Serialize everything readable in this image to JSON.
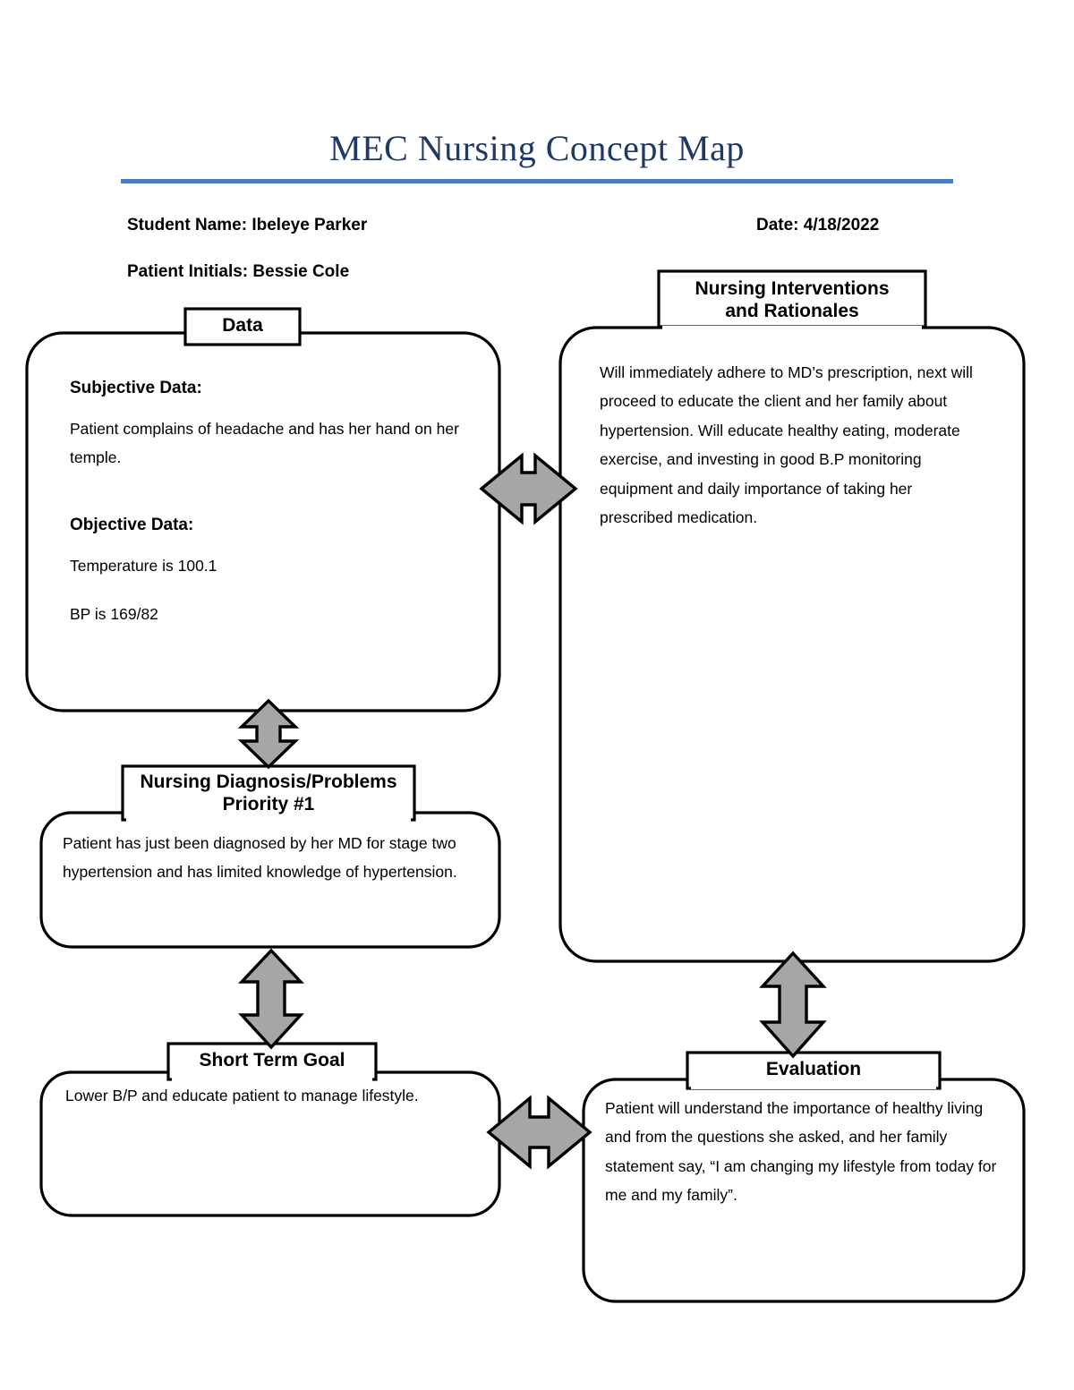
{
  "header": {
    "title": "MEC Nursing Concept Map",
    "student_line": "Student Name: Ibeleye Parker",
    "date_line": "Date: 4/18/2022",
    "patient_line": "Patient Initials: Bessie Cole",
    "rule_color": "#4A7EBB",
    "title_color": "#1F3864"
  },
  "boxes": {
    "data": {
      "tab_label": "Data",
      "subjective_heading": "Subjective Data:",
      "subjective_text": "Patient complains of headache and has her hand on her temple.",
      "objective_heading": "Objective Data:",
      "temperature_text": "Temperature is 100.1",
      "bp_text": "BP is 169/82"
    },
    "interventions": {
      "tab_label": "Nursing Interventions\nand Rationales",
      "body_text": "Will immediately adhere to MD’s prescription, next will proceed to educate the client and her family about hypertension. Will educate healthy eating, moderate exercise, and investing in good B.P monitoring equipment and daily importance of taking her prescribed medication."
    },
    "diagnosis": {
      "tab_label": "Nursing Diagnosis/Problems\nPriority #1",
      "body_text": "Patient has just been diagnosed by her MD for stage two hypertension and has limited knowledge of hypertension."
    },
    "short_term_goal": {
      "tab_label": "Short Term Goal",
      "body_text": "Lower B/P and educate patient to manage lifestyle."
    },
    "evaluation": {
      "tab_label": "Evaluation",
      "body_text": "Patient will understand the importance of healthy living and from the questions she asked, and her family statement say, “I am changing my lifestyle from today for me and my family”."
    }
  },
  "connectors": {
    "arrow_fill": "#A6A6A6",
    "arrow_stroke": "#000000",
    "items": [
      {
        "name": "data-to-interventions",
        "direction": "horizontal-double"
      },
      {
        "name": "data-to-diagnosis",
        "direction": "vertical-double"
      },
      {
        "name": "diagnosis-to-short-term-goal",
        "direction": "vertical-double"
      },
      {
        "name": "interventions-to-evaluation",
        "direction": "vertical-double"
      },
      {
        "name": "short-term-goal-to-evaluation",
        "direction": "horizontal-double"
      }
    ]
  }
}
